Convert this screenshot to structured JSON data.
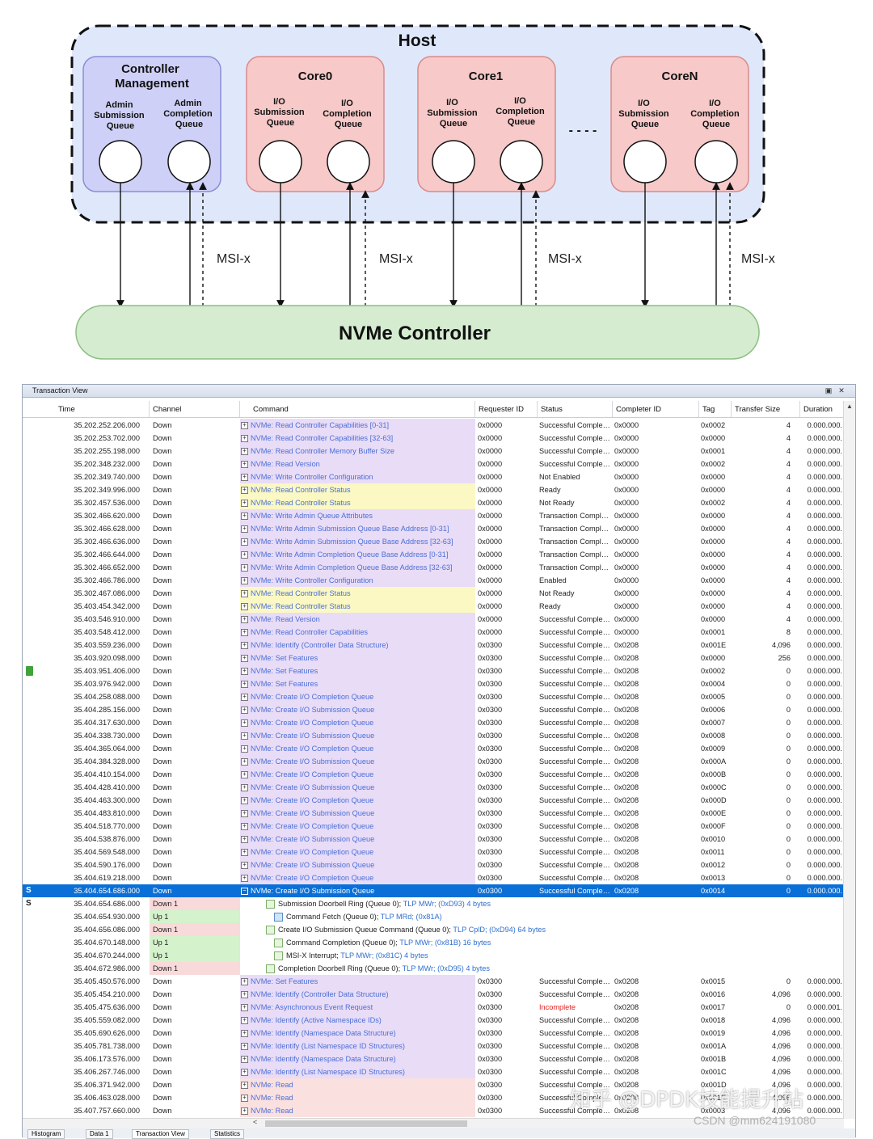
{
  "diagram": {
    "host": "Host",
    "controller_management": [
      "Controller",
      "Management"
    ],
    "admin_sq": [
      "Admin",
      "Submission",
      "Queue"
    ],
    "admin_cq": [
      "Admin",
      "Completion",
      "Queue"
    ],
    "cores": [
      "Core0",
      "Core1",
      "CoreN"
    ],
    "io_sq": [
      "I/O",
      "Submission",
      "Queue"
    ],
    "io_cq": [
      "I/O",
      "Completion",
      "Queue"
    ],
    "ellipsis": "- - - -",
    "msix": "MSI-x",
    "nvme_controller": "NVMe Controller",
    "colors": {
      "host_bg": "#dfe8fb",
      "mgmt_bg": "#cfd0f7",
      "core_bg": "#f7c9c9",
      "nvme_bg": "#d5ecd0"
    }
  },
  "transaction_view": {
    "title": "Transaction View",
    "columns": [
      "Time",
      "Channel",
      "Command",
      "Requester ID",
      "Status",
      "Completer ID",
      "Tag",
      "Transfer Size",
      "Duration"
    ],
    "rows": [
      {
        "t": "35.202.252.206.000",
        "ch": "Down",
        "cmd": "NVMe: Read Controller Capabilities [0-31]",
        "bg": "purple",
        "req": "0x0000",
        "st": "Successful Comple…",
        "comp": "0x0000",
        "tag": "0x0002",
        "sz": "4",
        "dur": "0.000.000."
      },
      {
        "t": "35.202.253.702.000",
        "ch": "Down",
        "cmd": "NVMe: Read Controller Capabilities [32-63]",
        "bg": "purple",
        "req": "0x0000",
        "st": "Successful Comple…",
        "comp": "0x0000",
        "tag": "0x0000",
        "sz": "4",
        "dur": "0.000.000."
      },
      {
        "t": "35.202.255.198.000",
        "ch": "Down",
        "cmd": "NVMe: Read Controller Memory Buffer Size",
        "bg": "purple",
        "req": "0x0000",
        "st": "Successful Comple…",
        "comp": "0x0000",
        "tag": "0x0001",
        "sz": "4",
        "dur": "0.000.000."
      },
      {
        "t": "35.202.348.232.000",
        "ch": "Down",
        "cmd": "NVMe: Read Version",
        "bg": "purple",
        "req": "0x0000",
        "st": "Successful Comple…",
        "comp": "0x0000",
        "tag": "0x0002",
        "sz": "4",
        "dur": "0.000.000."
      },
      {
        "t": "35.202.349.740.000",
        "ch": "Down",
        "cmd": "NVMe: Write Controller Configuration",
        "bg": "purple",
        "req": "0x0000",
        "st": "Not Enabled",
        "comp": "0x0000",
        "tag": "0x0000",
        "sz": "4",
        "dur": "0.000.000."
      },
      {
        "t": "35.202.349.996.000",
        "ch": "Down",
        "cmd": "NVMe: Read Controller Status",
        "bg": "yellow",
        "req": "0x0000",
        "st": "Ready",
        "comp": "0x0000",
        "tag": "0x0000",
        "sz": "4",
        "dur": "0.000.000."
      },
      {
        "t": "35.302.457.536.000",
        "ch": "Down",
        "cmd": "NVMe: Read Controller Status",
        "bg": "yellow",
        "req": "0x0000",
        "st": "Not Ready",
        "comp": "0x0000",
        "tag": "0x0002",
        "sz": "4",
        "dur": "0.000.000."
      },
      {
        "t": "35.302.466.620.000",
        "ch": "Down",
        "cmd": "NVMe: Write Admin Queue Attributes",
        "bg": "purple",
        "req": "0x0000",
        "st": "Transaction Compl…",
        "comp": "0x0000",
        "tag": "0x0000",
        "sz": "4",
        "dur": "0.000.000."
      },
      {
        "t": "35.302.466.628.000",
        "ch": "Down",
        "cmd": "NVMe: Write Admin Submission Queue Base Address [0-31]",
        "bg": "purple",
        "req": "0x0000",
        "st": "Transaction Compl…",
        "comp": "0x0000",
        "tag": "0x0000",
        "sz": "4",
        "dur": "0.000.000."
      },
      {
        "t": "35.302.466.636.000",
        "ch": "Down",
        "cmd": "NVMe: Write Admin Submission Queue Base Address [32-63]",
        "bg": "purple",
        "req": "0x0000",
        "st": "Transaction Compl…",
        "comp": "0x0000",
        "tag": "0x0000",
        "sz": "4",
        "dur": "0.000.000."
      },
      {
        "t": "35.302.466.644.000",
        "ch": "Down",
        "cmd": "NVMe: Write Admin Completion Queue Base Address [0-31]",
        "bg": "purple",
        "req": "0x0000",
        "st": "Transaction Compl…",
        "comp": "0x0000",
        "tag": "0x0000",
        "sz": "4",
        "dur": "0.000.000."
      },
      {
        "t": "35.302.466.652.000",
        "ch": "Down",
        "cmd": "NVMe: Write Admin Completion Queue Base Address [32-63]",
        "bg": "purple",
        "req": "0x0000",
        "st": "Transaction Compl…",
        "comp": "0x0000",
        "tag": "0x0000",
        "sz": "4",
        "dur": "0.000.000."
      },
      {
        "t": "35.302.466.786.000",
        "ch": "Down",
        "cmd": "NVMe: Write Controller Configuration",
        "bg": "purple",
        "req": "0x0000",
        "st": "Enabled",
        "comp": "0x0000",
        "tag": "0x0000",
        "sz": "4",
        "dur": "0.000.000."
      },
      {
        "t": "35.302.467.086.000",
        "ch": "Down",
        "cmd": "NVMe: Read Controller Status",
        "bg": "yellow",
        "req": "0x0000",
        "st": "Not Ready",
        "comp": "0x0000",
        "tag": "0x0000",
        "sz": "4",
        "dur": "0.000.000."
      },
      {
        "t": "35.403.454.342.000",
        "ch": "Down",
        "cmd": "NVMe: Read Controller Status",
        "bg": "yellow",
        "req": "0x0000",
        "st": "Ready",
        "comp": "0x0000",
        "tag": "0x0000",
        "sz": "4",
        "dur": "0.000.000."
      },
      {
        "t": "35.403.546.910.000",
        "ch": "Down",
        "cmd": "NVMe: Read Version",
        "bg": "purple",
        "req": "0x0000",
        "st": "Successful Comple…",
        "comp": "0x0000",
        "tag": "0x0000",
        "sz": "4",
        "dur": "0.000.000."
      },
      {
        "t": "35.403.548.412.000",
        "ch": "Down",
        "cmd": "NVMe: Read Controller Capabilities",
        "bg": "purple",
        "req": "0x0000",
        "st": "Successful Comple…",
        "comp": "0x0000",
        "tag": "0x0001",
        "sz": "8",
        "dur": "0.000.000."
      },
      {
        "t": "35.403.559.236.000",
        "ch": "Down",
        "cmd": "NVMe: Identify (Controller Data Structure)",
        "bg": "purple",
        "req": "0x0300",
        "st": "Successful Comple…",
        "comp": "0x0208",
        "tag": "0x001E",
        "sz": "4,096",
        "dur": "0.000.000."
      },
      {
        "t": "35.403.920.098.000",
        "ch": "Down",
        "cmd": "NVMe: Set Features",
        "bg": "purple",
        "req": "0x0300",
        "st": "Successful Comple…",
        "comp": "0x0208",
        "tag": "0x0000",
        "sz": "256",
        "dur": "0.000.000."
      },
      {
        "t": "35.403.951.406.000",
        "ch": "Down",
        "cmd": "NVMe: Set Features",
        "bg": "purple",
        "req": "0x0300",
        "st": "Successful Comple…",
        "comp": "0x0208",
        "tag": "0x0002",
        "sz": "0",
        "dur": "0.000.000.",
        "flag": true
      },
      {
        "t": "35.403.976.942.000",
        "ch": "Down",
        "cmd": "NVMe: Set Features",
        "bg": "purple",
        "req": "0x0300",
        "st": "Successful Comple…",
        "comp": "0x0208",
        "tag": "0x0004",
        "sz": "0",
        "dur": "0.000.000."
      },
      {
        "t": "35.404.258.088.000",
        "ch": "Down",
        "cmd": "NVMe: Create I/O Completion Queue",
        "bg": "purple",
        "req": "0x0300",
        "st": "Successful Comple…",
        "comp": "0x0208",
        "tag": "0x0005",
        "sz": "0",
        "dur": "0.000.000."
      },
      {
        "t": "35.404.285.156.000",
        "ch": "Down",
        "cmd": "NVMe: Create I/O Submission Queue",
        "bg": "purple",
        "req": "0x0300",
        "st": "Successful Comple…",
        "comp": "0x0208",
        "tag": "0x0006",
        "sz": "0",
        "dur": "0.000.000."
      },
      {
        "t": "35.404.317.630.000",
        "ch": "Down",
        "cmd": "NVMe: Create I/O Completion Queue",
        "bg": "purple",
        "req": "0x0300",
        "st": "Successful Comple…",
        "comp": "0x0208",
        "tag": "0x0007",
        "sz": "0",
        "dur": "0.000.000."
      },
      {
        "t": "35.404.338.730.000",
        "ch": "Down",
        "cmd": "NVMe: Create I/O Submission Queue",
        "bg": "purple",
        "req": "0x0300",
        "st": "Successful Comple…",
        "comp": "0x0208",
        "tag": "0x0008",
        "sz": "0",
        "dur": "0.000.000."
      },
      {
        "t": "35.404.365.064.000",
        "ch": "Down",
        "cmd": "NVMe: Create I/O Completion Queue",
        "bg": "purple",
        "req": "0x0300",
        "st": "Successful Comple…",
        "comp": "0x0208",
        "tag": "0x0009",
        "sz": "0",
        "dur": "0.000.000."
      },
      {
        "t": "35.404.384.328.000",
        "ch": "Down",
        "cmd": "NVMe: Create I/O Submission Queue",
        "bg": "purple",
        "req": "0x0300",
        "st": "Successful Comple…",
        "comp": "0x0208",
        "tag": "0x000A",
        "sz": "0",
        "dur": "0.000.000."
      },
      {
        "t": "35.404.410.154.000",
        "ch": "Down",
        "cmd": "NVMe: Create I/O Completion Queue",
        "bg": "purple",
        "req": "0x0300",
        "st": "Successful Comple…",
        "comp": "0x0208",
        "tag": "0x000B",
        "sz": "0",
        "dur": "0.000.000."
      },
      {
        "t": "35.404.428.410.000",
        "ch": "Down",
        "cmd": "NVMe: Create I/O Submission Queue",
        "bg": "purple",
        "req": "0x0300",
        "st": "Successful Comple…",
        "comp": "0x0208",
        "tag": "0x000C",
        "sz": "0",
        "dur": "0.000.000."
      },
      {
        "t": "35.404.463.300.000",
        "ch": "Down",
        "cmd": "NVMe: Create I/O Completion Queue",
        "bg": "purple",
        "req": "0x0300",
        "st": "Successful Comple…",
        "comp": "0x0208",
        "tag": "0x000D",
        "sz": "0",
        "dur": "0.000.000."
      },
      {
        "t": "35.404.483.810.000",
        "ch": "Down",
        "cmd": "NVMe: Create I/O Submission Queue",
        "bg": "purple",
        "req": "0x0300",
        "st": "Successful Comple…",
        "comp": "0x0208",
        "tag": "0x000E",
        "sz": "0",
        "dur": "0.000.000."
      },
      {
        "t": "35.404.518.770.000",
        "ch": "Down",
        "cmd": "NVMe: Create I/O Completion Queue",
        "bg": "purple",
        "req": "0x0300",
        "st": "Successful Comple…",
        "comp": "0x0208",
        "tag": "0x000F",
        "sz": "0",
        "dur": "0.000.000."
      },
      {
        "t": "35.404.538.876.000",
        "ch": "Down",
        "cmd": "NVMe: Create I/O Submission Queue",
        "bg": "purple",
        "req": "0x0300",
        "st": "Successful Comple…",
        "comp": "0x0208",
        "tag": "0x0010",
        "sz": "0",
        "dur": "0.000.000."
      },
      {
        "t": "35.404.569.548.000",
        "ch": "Down",
        "cmd": "NVMe: Create I/O Completion Queue",
        "bg": "purple",
        "req": "0x0300",
        "st": "Successful Comple…",
        "comp": "0x0208",
        "tag": "0x0011",
        "sz": "0",
        "dur": "0.000.000."
      },
      {
        "t": "35.404.590.176.000",
        "ch": "Down",
        "cmd": "NVMe: Create I/O Submission Queue",
        "bg": "purple",
        "req": "0x0300",
        "st": "Successful Comple…",
        "comp": "0x0208",
        "tag": "0x0012",
        "sz": "0",
        "dur": "0.000.000."
      },
      {
        "t": "35.404.619.218.000",
        "ch": "Down",
        "cmd": "NVMe: Create I/O Completion Queue",
        "bg": "purple",
        "req": "0x0300",
        "st": "Successful Comple…",
        "comp": "0x0208",
        "tag": "0x0013",
        "sz": "0",
        "dur": "0.000.000."
      },
      {
        "t": "35.404.654.686.000",
        "ch": "Down",
        "cmd": "NVMe: Create I/O Submission Queue",
        "bg": "purple",
        "req": "0x0300",
        "st": "Successful Comple…",
        "comp": "0x0208",
        "tag": "0x0014",
        "sz": "0",
        "dur": "0.000.000.",
        "selected": true,
        "mark": "S",
        "expanded": true
      },
      {
        "sub": true,
        "t": "35.404.654.686.000",
        "ch": "Down 1",
        "chbg": "pink",
        "mark": "S",
        "level": 1,
        "box": "green",
        "black": "Submission Doorbell Ring (Queue 0);",
        "blue": "TLP MWr; (0xD93) 4 bytes"
      },
      {
        "sub": true,
        "t": "35.404.654.930.000",
        "ch": "Up 1",
        "chbg": "green",
        "level": 2,
        "box": "blue",
        "black": "Command Fetch (Queue 0);",
        "blue": "TLP MRd; (0x81A)"
      },
      {
        "sub": true,
        "t": "35.404.656.086.000",
        "ch": "Down 1",
        "chbg": "pink",
        "level": 1,
        "box": "green",
        "black": "Create I/O Submission Queue Command (Queue 0);",
        "blue": "TLP CplD; (0xD94) 64 bytes"
      },
      {
        "sub": true,
        "t": "35.404.670.148.000",
        "ch": "Up 1",
        "chbg": "green",
        "level": 2,
        "box": "green",
        "black": "Command Completion (Queue 0);",
        "blue": "TLP MWr; (0x81B) 16 bytes"
      },
      {
        "sub": true,
        "t": "35.404.670.244.000",
        "ch": "Up 1",
        "chbg": "green",
        "level": 2,
        "box": "green",
        "black": "MSI-X Interrupt;",
        "blue": "TLP MWr; (0x81C) 4 bytes"
      },
      {
        "sub": true,
        "t": "35.404.672.986.000",
        "ch": "Down 1",
        "chbg": "pink",
        "level": 1,
        "box": "green",
        "black": "Completion Doorbell Ring (Queue 0);",
        "blue": "TLP MWr; (0xD95) 4 bytes"
      },
      {
        "t": "35.405.450.576.000",
        "ch": "Down",
        "cmd": "NVMe: Set Features",
        "bg": "purple",
        "req": "0x0300",
        "st": "Successful Comple…",
        "comp": "0x0208",
        "tag": "0x0015",
        "sz": "0",
        "dur": "0.000.000."
      },
      {
        "t": "35.405.454.210.000",
        "ch": "Down",
        "cmd": "NVMe: Identify (Controller Data Structure)",
        "bg": "purple",
        "req": "0x0300",
        "st": "Successful Comple…",
        "comp": "0x0208",
        "tag": "0x0016",
        "sz": "4,096",
        "dur": "0.000.000."
      },
      {
        "t": "35.405.475.636.000",
        "ch": "Down",
        "cmd": "NVMe: Asynchronous Event Request",
        "bg": "purple",
        "req": "0x0300",
        "st": "Incomplete",
        "stred": true,
        "comp": "0x0208",
        "tag": "0x0017",
        "sz": "0",
        "dur": "0.000.001."
      },
      {
        "t": "35.405.559.082.000",
        "ch": "Down",
        "cmd": "NVMe: Identify (Active Namespace IDs)",
        "bg": "purple",
        "req": "0x0300",
        "st": "Successful Comple…",
        "comp": "0x0208",
        "tag": "0x0018",
        "sz": "4,096",
        "dur": "0.000.000."
      },
      {
        "t": "35.405.690.626.000",
        "ch": "Down",
        "cmd": "NVMe: Identify (Namespace Data Structure)",
        "bg": "purple",
        "req": "0x0300",
        "st": "Successful Comple…",
        "comp": "0x0208",
        "tag": "0x0019",
        "sz": "4,096",
        "dur": "0.000.000."
      },
      {
        "t": "35.405.781.738.000",
        "ch": "Down",
        "cmd": "NVMe: Identify (List Namespace ID Structures)",
        "bg": "purple",
        "req": "0x0300",
        "st": "Successful Comple…",
        "comp": "0x0208",
        "tag": "0x001A",
        "sz": "4,096",
        "dur": "0.000.000."
      },
      {
        "t": "35.406.173.576.000",
        "ch": "Down",
        "cmd": "NVMe: Identify (Namespace Data Structure)",
        "bg": "purple",
        "req": "0x0300",
        "st": "Successful Comple…",
        "comp": "0x0208",
        "tag": "0x001B",
        "sz": "4,096",
        "dur": "0.000.000."
      },
      {
        "t": "35.406.267.746.000",
        "ch": "Down",
        "cmd": "NVMe: Identify (List Namespace ID Structures)",
        "bg": "purple",
        "req": "0x0300",
        "st": "Successful Comple…",
        "comp": "0x0208",
        "tag": "0x001C",
        "sz": "4,096",
        "dur": "0.000.000."
      },
      {
        "t": "35.406.371.942.000",
        "ch": "Down",
        "cmd": "NVMe: Read",
        "bg": "pink",
        "req": "0x0300",
        "st": "Successful Comple…",
        "comp": "0x0208",
        "tag": "0x001D",
        "sz": "4,096",
        "dur": "0.000.000."
      },
      {
        "t": "35.406.463.028.000",
        "ch": "Down",
        "cmd": "NVMe: Read",
        "bg": "pink",
        "req": "0x0300",
        "st": "Successful Comple…",
        "comp": "0x0208",
        "tag": "0x001E",
        "sz": "4,096",
        "dur": "0.000.000."
      },
      {
        "t": "35.407.757.660.000",
        "ch": "Down",
        "cmd": "NVMe: Read",
        "bg": "pink",
        "req": "0x0300",
        "st": "Successful Comple…",
        "comp": "0x0208",
        "tag": "0x0003",
        "sz": "4,096",
        "dur": "0.000.000."
      }
    ],
    "bottom_tabs": [
      "Histogram",
      "Data 1",
      "Transaction View",
      "Statistics"
    ],
    "active_tab": "Transaction View",
    "scroll_left_glyph": "<",
    "selection_color": "#0a6fd6"
  },
  "watermark": {
    "line1": "知乎 @DPDK技能提升站",
    "line2": "CSDN @mm624191080"
  }
}
